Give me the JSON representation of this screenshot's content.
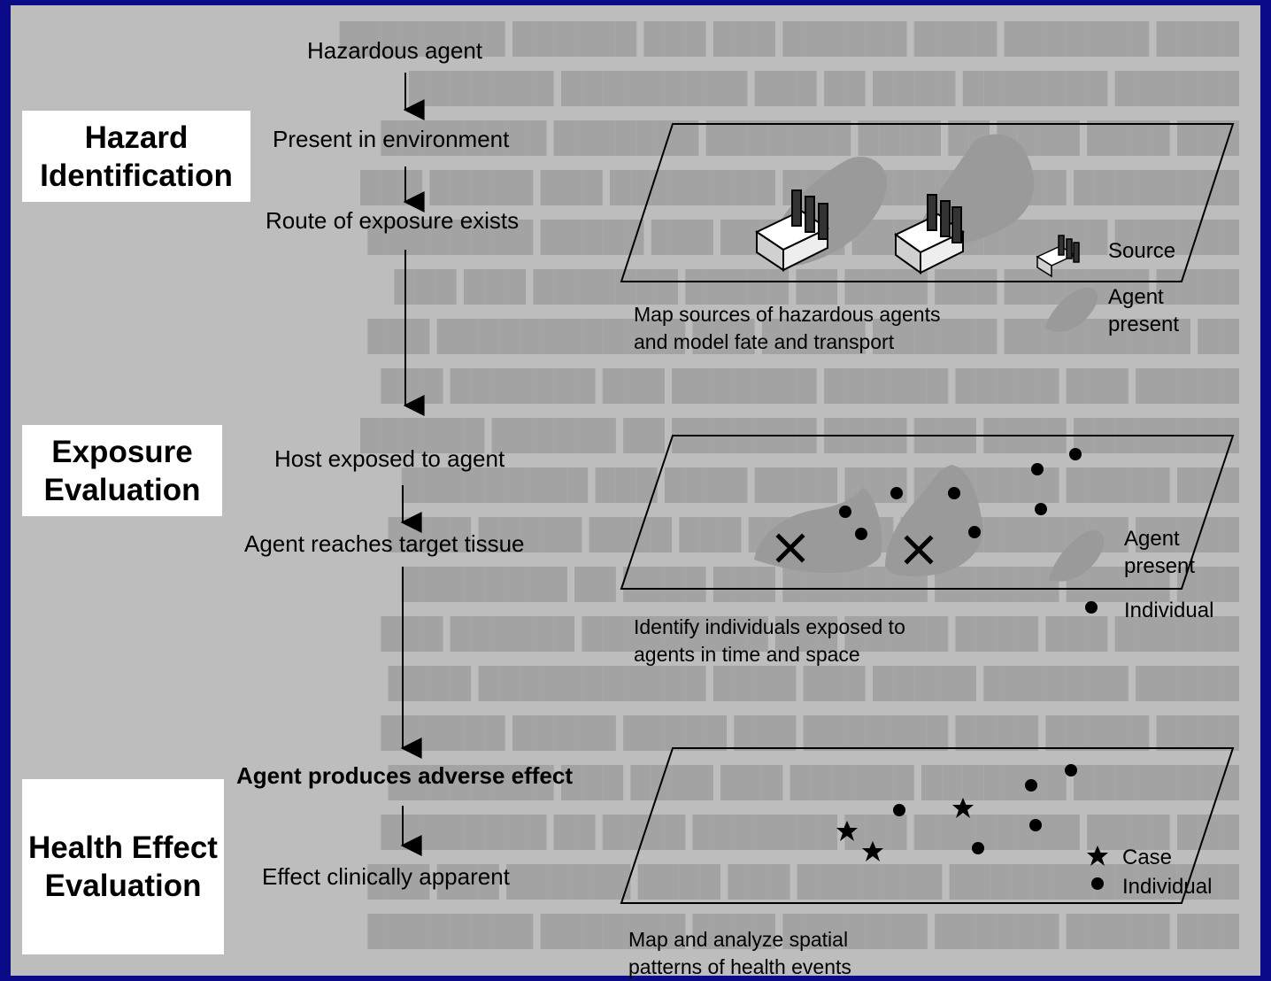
{
  "stages": {
    "hazard": "Hazard Identification",
    "exposure": "Exposure Evaluation",
    "health": "Health Effect Evaluation"
  },
  "steps": [
    "Hazardous agent",
    "Present in environment",
    "Route of exposure exists",
    "Host exposed to agent",
    "Agent reaches target tissue",
    "Agent produces adverse effect",
    "Effect clinically apparent"
  ],
  "panels": {
    "top": {
      "caption": "Map sources of hazardous agents and model fate and transport",
      "legend": {
        "source": "Source",
        "agent": "Agent present"
      }
    },
    "middle": {
      "caption": "Identify individuals exposed to agents in time and space",
      "legend": {
        "agent": "Agent present",
        "individual": "Individual"
      }
    },
    "bottom": {
      "caption": "Map and analyze spatial patterns of health events",
      "legend": {
        "case": "Case",
        "individual": "Individual"
      }
    }
  },
  "colors": {
    "border": "#0b0b8a",
    "background": "#bdbdbd",
    "plume": "#9a9a9a"
  }
}
